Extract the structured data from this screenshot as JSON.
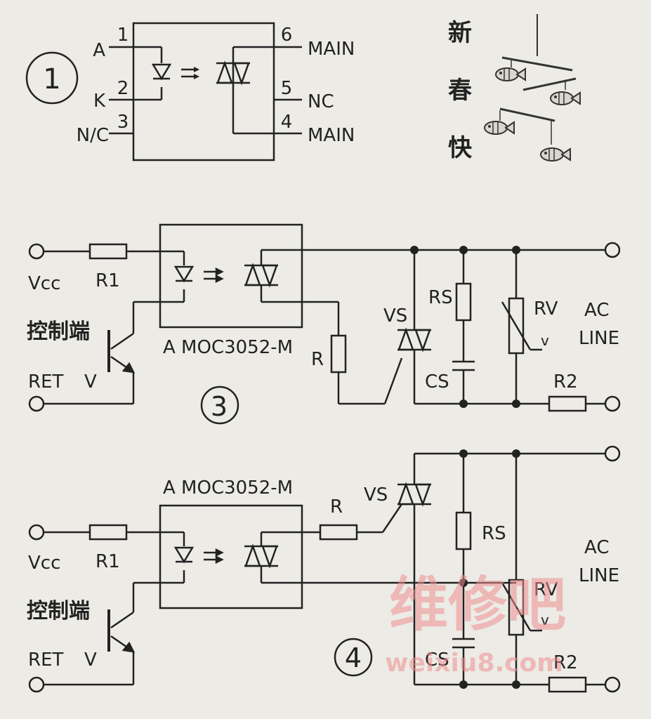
{
  "diagram1": {
    "number": "1",
    "pins": [
      {
        "num": "1",
        "name": "A"
      },
      {
        "num": "2",
        "name": "K"
      },
      {
        "num": "3",
        "name": "N/C"
      },
      {
        "num": "6",
        "name": "MAIN"
      },
      {
        "num": "5",
        "name": "NC"
      },
      {
        "num": "4",
        "name": "MAIN"
      }
    ]
  },
  "ornament": {
    "chars": [
      "新",
      "春",
      "快"
    ]
  },
  "diagram3": {
    "number": "3",
    "vcc": "Vcc",
    "r1": "R1",
    "control": "控制端",
    "ret": "RET",
    "v": "V",
    "part": "A MOC3052-M",
    "r": "R",
    "vs": "VS",
    "rs": "RS",
    "cs": "CS",
    "rv": "RV",
    "rv_v": "v",
    "ac": "AC",
    "line": "LINE",
    "r2": "R2"
  },
  "diagram4": {
    "number": "4",
    "vcc": "Vcc",
    "r1": "R1",
    "control": "控制端",
    "ret": "RET",
    "v": "V",
    "part": "A MOC3052-M",
    "r": "R",
    "vs": "VS",
    "rs": "RS",
    "cs": "CS",
    "rv": "RV",
    "rv_v": "v",
    "ac": "AC",
    "line": "LINE",
    "r2": "R2"
  },
  "watermark": {
    "chinese": "维修吧",
    "url": "weixiu8.com",
    "color": "#ef8f8f"
  },
  "colors": {
    "paper": "#ecebe6",
    "ink": "#222222"
  }
}
